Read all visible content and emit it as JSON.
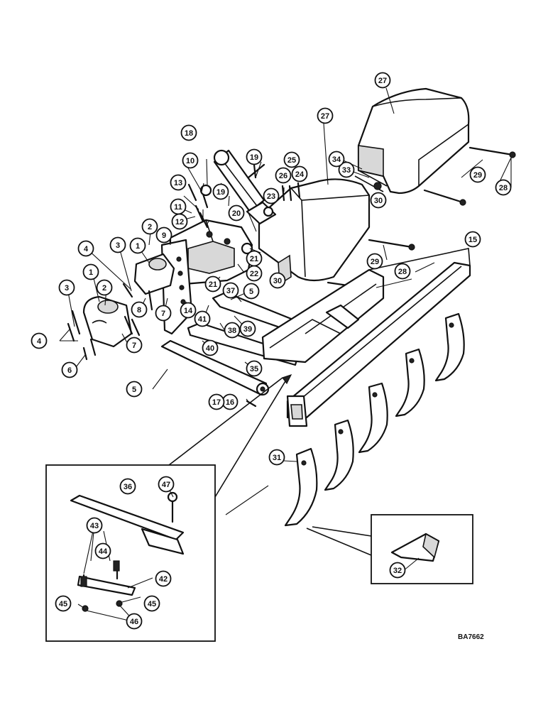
{
  "drawing_ref": "BA7662",
  "callouts": [
    "1",
    "1",
    "2",
    "2",
    "3",
    "3",
    "4",
    "4",
    "5",
    "5",
    "6",
    "7",
    "7",
    "8",
    "9",
    "10",
    "11",
    "12",
    "13",
    "14",
    "15",
    "16",
    "17",
    "18",
    "19",
    "19",
    "20",
    "21",
    "21",
    "22",
    "23",
    "24",
    "25",
    "26",
    "27",
    "27",
    "28",
    "28",
    "29",
    "29",
    "30",
    "30",
    "31",
    "32",
    "33",
    "34",
    "35",
    "36",
    "37",
    "38",
    "39",
    "40",
    "41",
    "42",
    "43",
    "44",
    "45",
    "45",
    "46",
    "47"
  ]
}
